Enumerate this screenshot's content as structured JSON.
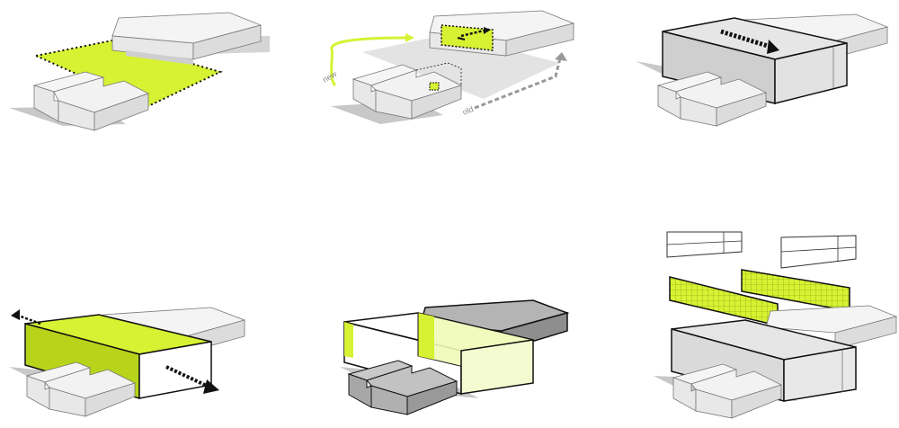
{
  "colors": {
    "accent": "#d6f232",
    "accent_dark": "#b8d41a",
    "shadow": "#c8c8c8",
    "box_top": "#f5f5f5",
    "box_side": "#dedede",
    "box_front": "#ebebeb",
    "outline": "#111111",
    "dark_top": "#b4b4b4",
    "dark_side": "#8e8e8e"
  },
  "panels": [
    {
      "id": "site-footprint",
      "labels": []
    },
    {
      "id": "circulation-new-old",
      "labels": [
        "new",
        "old"
      ]
    },
    {
      "id": "new-volume-insert",
      "labels": []
    },
    {
      "id": "extension-expand",
      "labels": []
    },
    {
      "id": "open-frame",
      "labels": []
    },
    {
      "id": "facade-screens",
      "labels": []
    }
  ],
  "icons": [
    "arrow-right-icon",
    "arrow-left-icon",
    "arrow-up-icon"
  ]
}
